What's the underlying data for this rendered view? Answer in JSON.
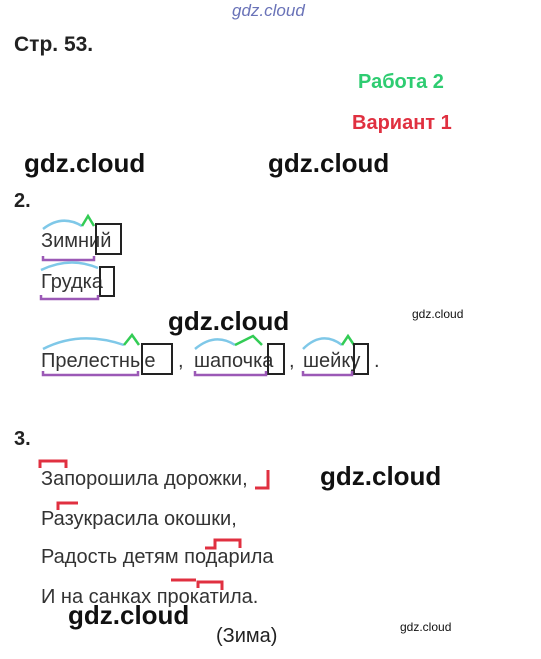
{
  "watermark": "gdz.cloud",
  "page_label": "Стр. 53.",
  "work_title": "Работа 2",
  "variant": "Вариант 1",
  "task2": {
    "number": "2.",
    "words": {
      "w1": "Зимний",
      "w2": "Грудка",
      "w3": "Прелестные",
      "w4": "шапочка",
      "w5": "шейку"
    },
    "comma1": ",",
    "comma2": ",",
    "period": "."
  },
  "task3": {
    "number": "3.",
    "lines": {
      "l1": "Запорошила дорожки,",
      "l2": "Разукрасила окошки,",
      "l3": "Радость детям подарила",
      "l4": "И на санках прокатила."
    },
    "signature": "(Зима)"
  },
  "colors": {
    "arc": "#7fc8e8",
    "accent": "#33cc55",
    "root_line": "#9b59b6",
    "stress": "#e03040"
  }
}
